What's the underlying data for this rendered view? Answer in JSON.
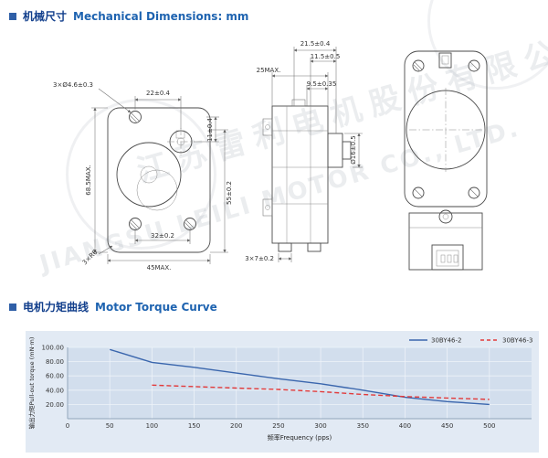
{
  "header1": {
    "zh": "机械尺寸",
    "en": "Mechanical Dimensions: mm"
  },
  "header2": {
    "zh": "电机力矩曲线",
    "en": "Motor Torque Curve"
  },
  "watermark": {
    "zh": "江苏雷利电机股份有限公司",
    "en": "JIANGSU LEILI MOTOR CO., LTD."
  },
  "drawings": {
    "front": {
      "holes": "3×Ø4.6±0.3",
      "top_width": "22±0.4",
      "shaft_offset": "11±0.4",
      "body_height": "55±0.2",
      "total_height": "68.5MAX.",
      "corner_radius": "3×R6",
      "hole_span": "32±0.2",
      "total_width": "45MAX."
    },
    "side": {
      "depth": "25MAX.",
      "d1": "21.5±0.4",
      "d2": "11.5±0.5",
      "d3": "9.5±0.35",
      "shaft_dia": "Ø16±0.5",
      "tab": "3×7±0.2"
    }
  },
  "chart_data": {
    "type": "line",
    "title": "",
    "xlabel": "频率Frequency (pps)",
    "ylabel": "输出力矩Pull-out torque (mN·m)",
    "xlim": [
      0,
      550
    ],
    "ylim": [
      0,
      100
    ],
    "xticks": [
      0,
      50,
      100,
      150,
      200,
      250,
      300,
      350,
      400,
      450,
      500
    ],
    "yticks": [
      20,
      40,
      60,
      80,
      100
    ],
    "grid": true,
    "legend_position": "top-right",
    "series": [
      {
        "name": "30BY46-2",
        "color": "#3a66ad",
        "style": "solid",
        "x": [
          50,
          100,
          150,
          200,
          250,
          300,
          350,
          400,
          450,
          500
        ],
        "y": [
          97,
          79,
          72,
          64,
          56,
          49,
          40,
          30,
          24,
          20
        ]
      },
      {
        "name": "30BY46-3",
        "color": "#e23a3a",
        "style": "dashed",
        "x": [
          100,
          150,
          200,
          250,
          300,
          350,
          400,
          450,
          500
        ],
        "y": [
          47,
          45,
          43,
          41,
          38,
          34,
          31,
          29,
          27
        ]
      }
    ]
  }
}
